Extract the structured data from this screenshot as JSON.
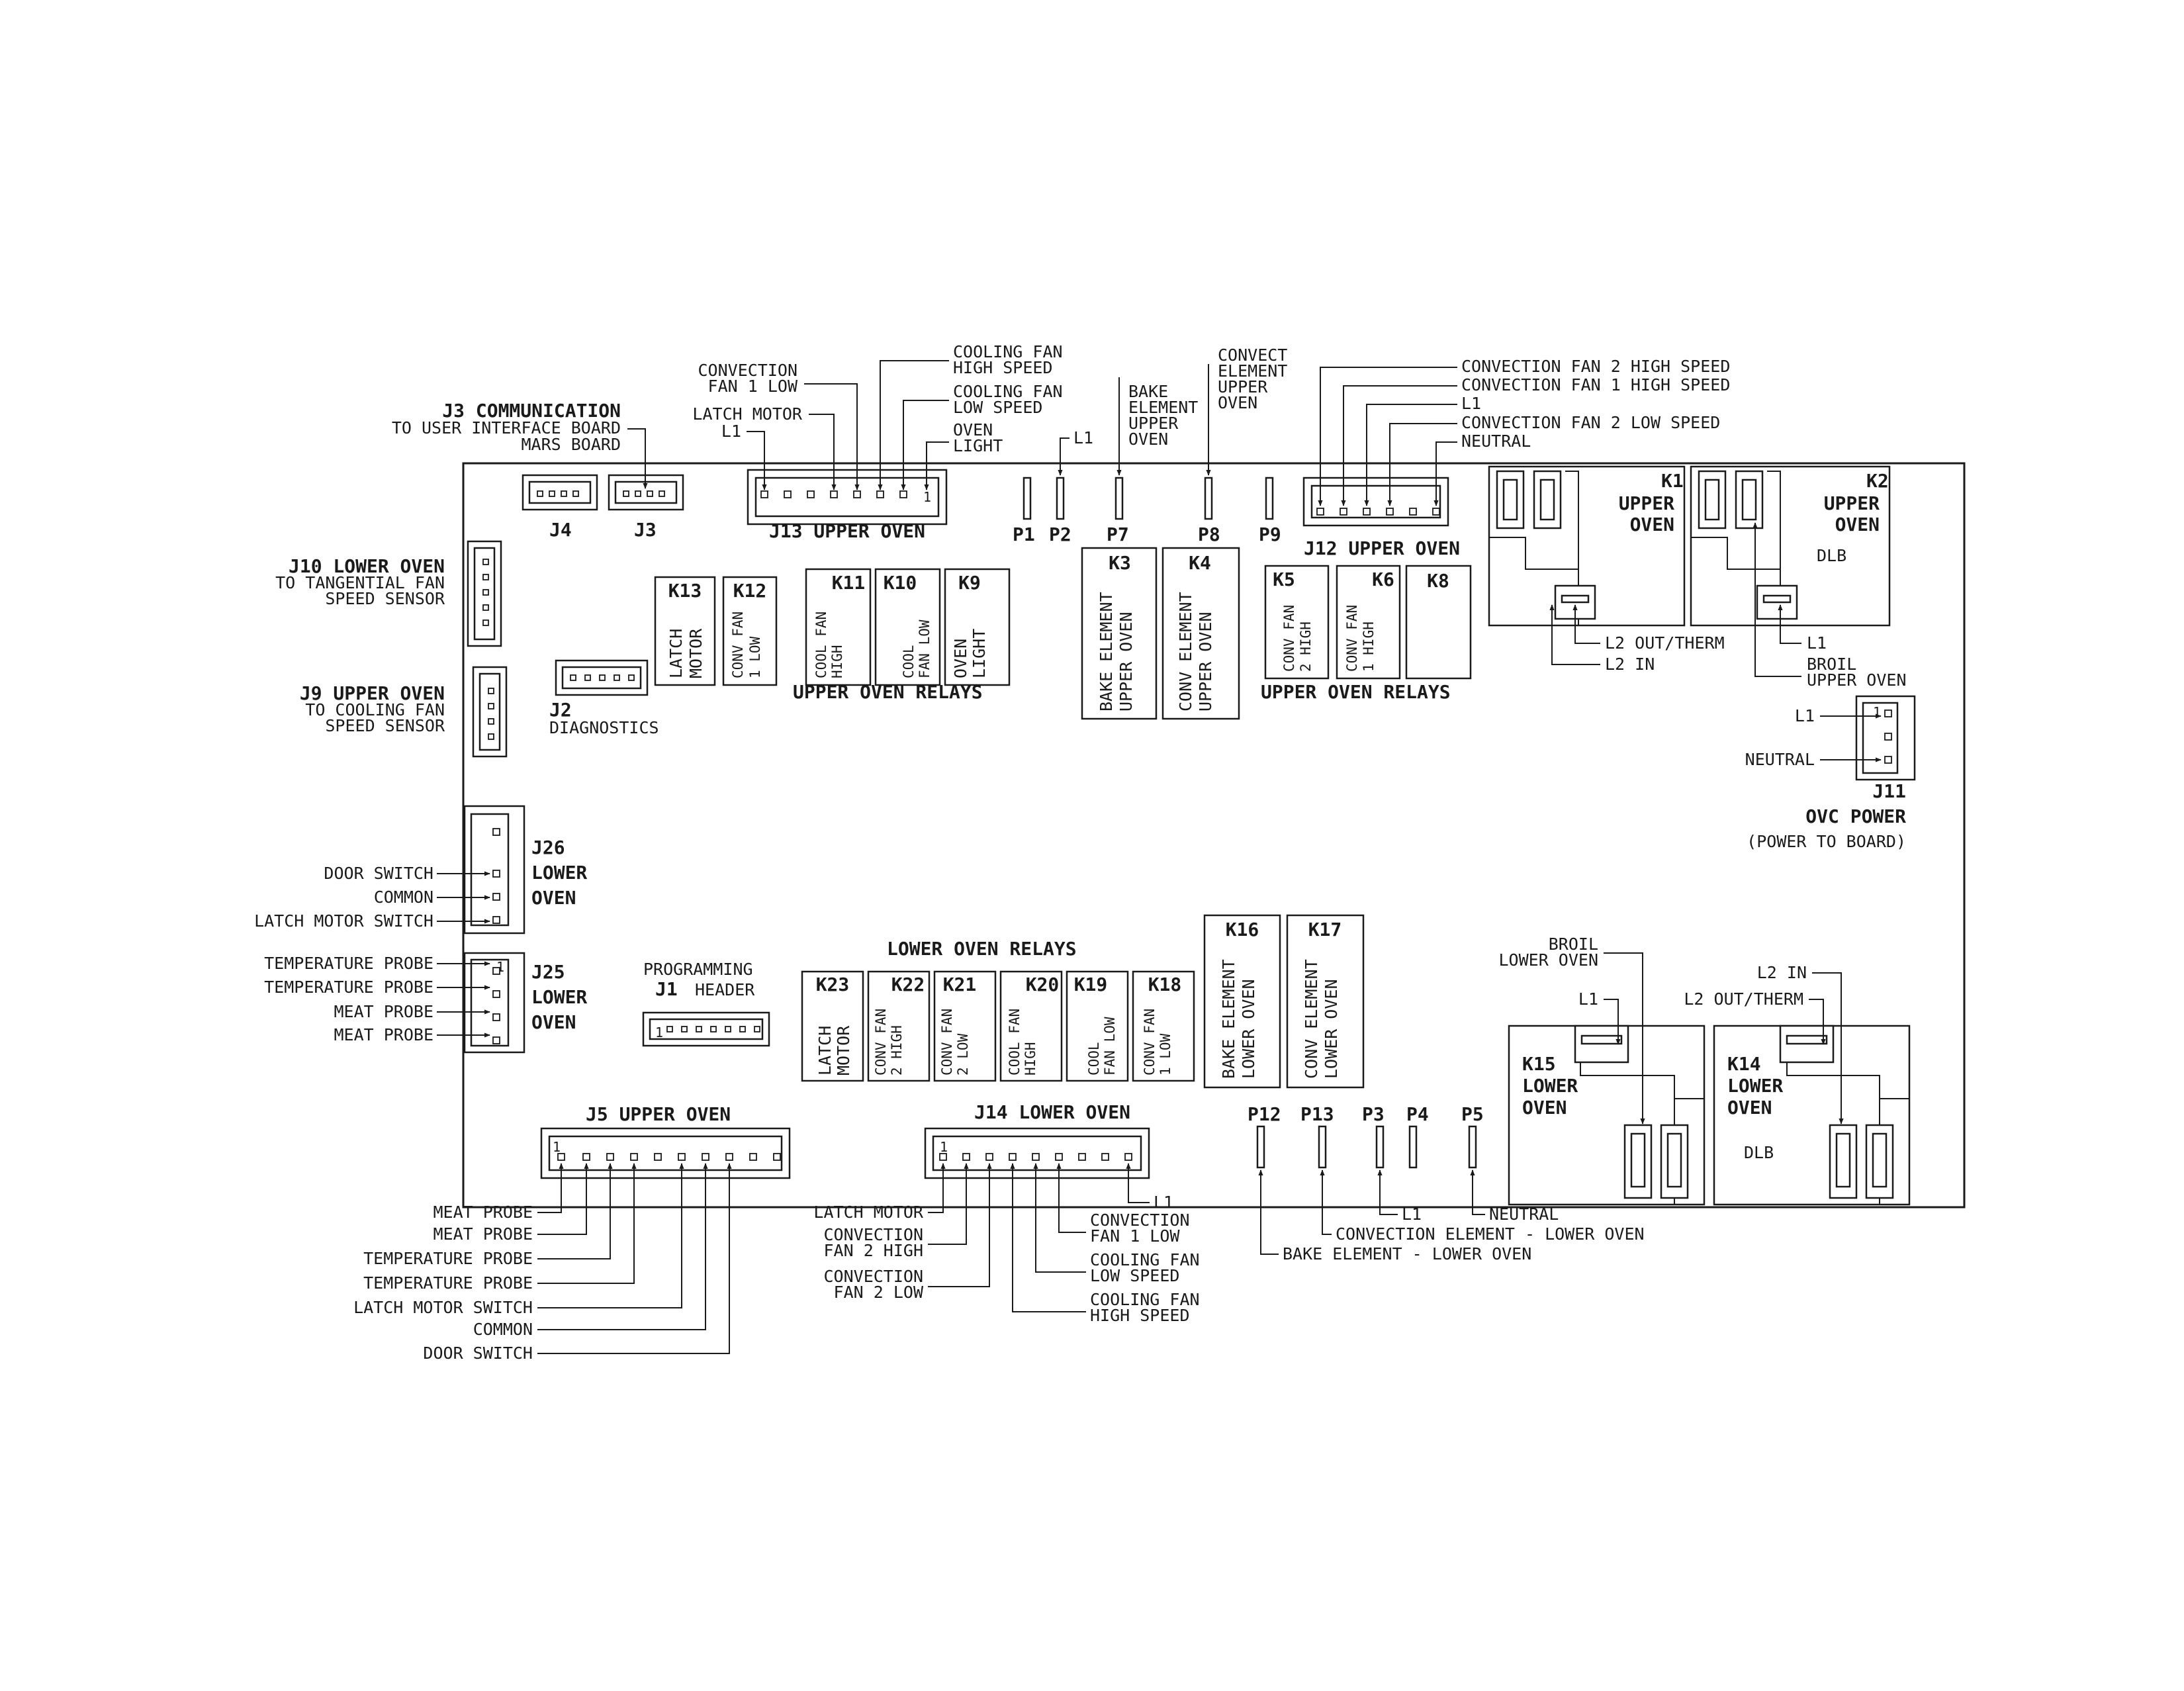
{
  "j3": {
    "name": "J3",
    "title": "J3 COMMUNICATION",
    "line1": "TO USER INTERFACE BOARD",
    "line2": "MARS BOARD"
  },
  "j4": {
    "name": "J4"
  },
  "j13": {
    "title": "J13 UPPER OVEN",
    "pin1": "1",
    "labels": {
      "conv_fan1_low_1": "CONVECTION",
      "conv_fan1_low_2": "FAN 1 LOW",
      "latch_motor": "LATCH MOTOR",
      "l1": "L1",
      "cool_high_1": "COOLING FAN",
      "cool_high_2": "HIGH SPEED",
      "cool_low_1": "COOLING FAN",
      "cool_low_2": "LOW SPEED",
      "oven_light_1": "OVEN",
      "oven_light_2": "LIGHT"
    }
  },
  "p_top": {
    "p1": "P1",
    "p2": "P2",
    "p2_l1": "L1",
    "p7": "P7",
    "p8": "P8",
    "p9": "P9",
    "p7_lbl": [
      "BAKE",
      "ELEMENT",
      "UPPER",
      "OVEN"
    ],
    "p8_lbl": [
      "CONVECT",
      "ELEMENT",
      "UPPER",
      "OVEN"
    ]
  },
  "j12": {
    "title": "J12 UPPER OVEN",
    "labels": [
      "CONVECTION FAN 2 HIGH SPEED",
      "CONVECTION FAN 1 HIGH SPEED",
      "L1",
      "CONVECTION FAN 2 LOW SPEED",
      "NEUTRAL"
    ]
  },
  "k1": {
    "name": "K1",
    "l1": "UPPER",
    "l2": "OVEN",
    "out_therm": "L2 OUT/THERM",
    "l2_in": "L2 IN"
  },
  "k2": {
    "name": "K2",
    "l1": "UPPER",
    "l2": "OVEN",
    "dlb": "DLB",
    "l1_lbl": "L1",
    "broil1": "BROIL",
    "broil2": "UPPER OVEN"
  },
  "j10": {
    "title": "J10 LOWER OVEN",
    "line1": "TO TANGENTIAL FAN",
    "line2": "SPEED SENSOR"
  },
  "j9": {
    "title": "J9 UPPER OVEN",
    "line1": "TO COOLING FAN",
    "line2": "SPEED SENSOR"
  },
  "j2": {
    "name": "J2",
    "label": "DIAGNOSTICS"
  },
  "upper_relays": {
    "left_title": "UPPER OVEN RELAYS",
    "right_title": "UPPER OVEN RELAYS",
    "k13": {
      "name": "K13",
      "l1": "LATCH",
      "l2": "MOTOR"
    },
    "k12": {
      "name": "K12",
      "l1": "CONV FAN",
      "l2": "1 LOW"
    },
    "k11": {
      "name": "K11",
      "l1": "COOL FAN",
      "l2": "HIGH"
    },
    "k10": {
      "name": "K10",
      "l1": "COOL",
      "l2": "FAN LOW"
    },
    "k9": {
      "name": "K9",
      "l1": "OVEN",
      "l2": "LIGHT"
    },
    "k3": {
      "name": "K3",
      "l1": "BAKE ELEMENT",
      "l2": "UPPER OVEN"
    },
    "k4": {
      "name": "K4",
      "l1": "CONV ELEMENT",
      "l2": "UPPER OVEN"
    },
    "k5": {
      "name": "K5",
      "l1": "CONV FAN",
      "l2": "2 HIGH"
    },
    "k6": {
      "name": "K6",
      "l1": "CONV FAN",
      "l2": "1 HIGH"
    },
    "k8": {
      "name": "K8"
    }
  },
  "j11": {
    "name": "J11",
    "pin1": "1",
    "l1": "L1",
    "neutral": "NEUTRAL",
    "title": "OVC POWER",
    "sub": "(POWER TO BOARD)"
  },
  "j26": {
    "name": "J26",
    "l1": "LOWER",
    "l2": "OVEN",
    "pins": [
      "DOOR SWITCH",
      "COMMON",
      "LATCH MOTOR SWITCH"
    ]
  },
  "j25": {
    "name": "J25",
    "l1": "LOWER",
    "l2": "OVEN",
    "pin1": "1",
    "pins": [
      "TEMPERATURE PROBE",
      "TEMPERATURE PROBE",
      "MEAT PROBE",
      "MEAT PROBE"
    ]
  },
  "j1": {
    "name": "J1",
    "l1": "PROGRAMMING",
    "l2": "HEADER",
    "pin1": "1"
  },
  "lower_relays": {
    "title": "LOWER OVEN RELAYS",
    "k23": {
      "name": "K23",
      "l1": "LATCH",
      "l2": "MOTOR"
    },
    "k22": {
      "name": "K22",
      "l1": "CONV FAN",
      "l2": "2 HIGH"
    },
    "k21": {
      "name": "K21",
      "l1": "CONV FAN",
      "l2": "2 LOW"
    },
    "k20": {
      "name": "K20",
      "l1": "COOL FAN",
      "l2": "HIGH"
    },
    "k19": {
      "name": "K19",
      "l1": "COOL",
      "l2": "FAN LOW"
    },
    "k18": {
      "name": "K18",
      "l1": "CONV FAN",
      "l2": "1 LOW"
    },
    "k16": {
      "name": "K16",
      "l1": "BAKE ELEMENT",
      "l2": "LOWER OVEN"
    },
    "k17": {
      "name": "K17",
      "l1": "CONV ELEMENT",
      "l2": "LOWER OVEN"
    }
  },
  "k15": {
    "name": "K15",
    "l1": "LOWER",
    "l2": "OVEN",
    "broil1": "BROIL",
    "broil2": "LOWER OVEN",
    "l1_lbl": "L1"
  },
  "k14": {
    "name": "K14",
    "l1": "LOWER",
    "l2": "OVEN",
    "dlb": "DLB",
    "l2_in": "L2 IN",
    "out_therm": "L2 OUT/THERM"
  },
  "j5": {
    "title": "J5 UPPER OVEN",
    "pin1": "1",
    "labels": [
      "MEAT PROBE",
      "MEAT PROBE",
      "TEMPERATURE PROBE",
      "TEMPERATURE PROBE",
      "LATCH MOTOR SWITCH",
      "COMMON",
      "DOOR SWITCH"
    ]
  },
  "j14": {
    "title": "J14 LOWER OVEN",
    "pin1": "1",
    "latch": "LATCH MOTOR",
    "cf2h_1": "CONVECTION",
    "cf2h_2": "FAN 2 HIGH",
    "cf2l_1": "CONVECTION",
    "cf2l_2": "FAN 2 LOW",
    "l1": "L1",
    "cf1l_1": "CONVECTION",
    "cf1l_2": "FAN 1 LOW",
    "cfl_1": "COOLING FAN",
    "cfl_2": "LOW SPEED",
    "cfh_1": "COOLING FAN",
    "cfh_2": "HIGH SPEED"
  },
  "p_bottom": {
    "p12": "P12",
    "p13": "P13",
    "p3": "P3",
    "p4": "P4",
    "p5": "P5",
    "l1": "L1",
    "neutral": "NEUTRAL",
    "conv": "CONVECTION ELEMENT - LOWER OVEN",
    "bake": "BAKE ELEMENT - LOWER OVEN"
  }
}
